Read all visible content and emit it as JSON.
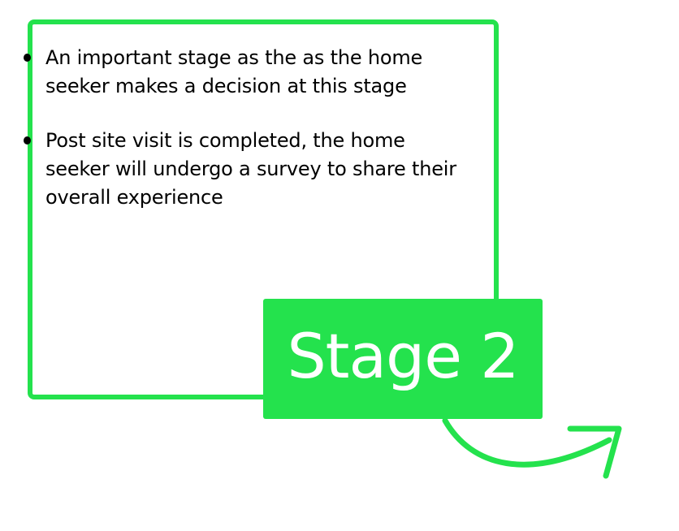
{
  "card": {
    "bullets": [
      {
        "text": "An important stage as the as the home\nseeker makes a decision at this stage"
      },
      {
        "text": "Post site visit is completed, the home\nseeker will undergo a survey to share their\noverall experience"
      }
    ]
  },
  "stage": {
    "label": "Stage 2"
  },
  "colors": {
    "accent": "#24e24d",
    "text": "#000000",
    "stage_text": "#ffffff"
  },
  "icons": {
    "arrow": "curved-arrow-right-icon"
  }
}
